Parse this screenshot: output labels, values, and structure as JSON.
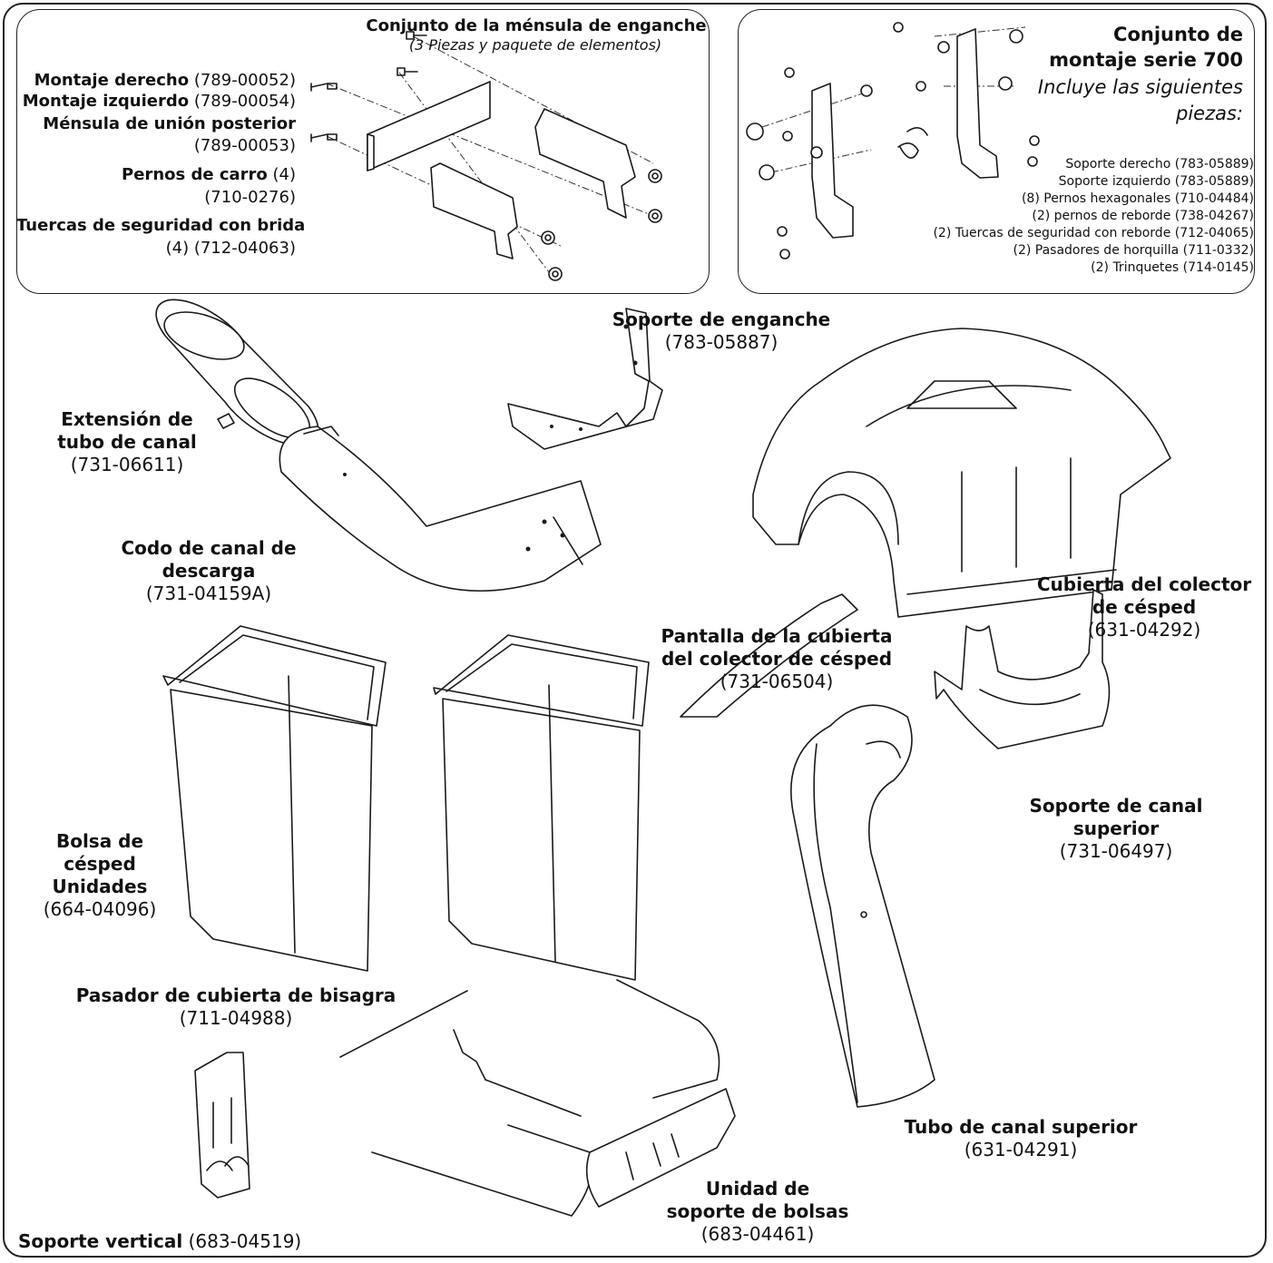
{
  "hitch_kit": {
    "title": "Conjunto de la ménsula de enganche",
    "subtitle": "(3 Piezas y paquete de elementos)",
    "items": [
      {
        "name": "Montaje derecho",
        "part": " (789-00052)"
      },
      {
        "name": "Montaje izquierdo",
        "part": " (789-00054)"
      },
      {
        "name": "Ménsula de unión posterior",
        "part": "(789-00053)"
      },
      {
        "name": "Pernos de carro",
        "part_inline": " (4)",
        "part": "(710-0276)"
      },
      {
        "name": "Tuercas de seguridad con brida",
        "part": "(4) (712-04063)"
      }
    ]
  },
  "series_kit": {
    "title_line1": "Conjunto de",
    "title_line2": "montaje serie 700",
    "sub_line1": "Incluye las siguientes",
    "sub_line2": "piezas:",
    "items": [
      "Soporte derecho (783-05889)",
      "Soporte izquierdo (783-05889)",
      "(8) Pernos hexagonales (710-04484)",
      "(2) pernos de reborde (738-04267)",
      "(2) Tuercas de seguridad con reborde (712-04065)",
      "(2) Pasadores de horquilla (711-0332)",
      "(2) Trinquetes (714-0145)"
    ]
  },
  "labels": {
    "hitch_bracket": {
      "name": "Soporte de enganche",
      "part": "(783-05887)"
    },
    "chute_extension": {
      "line1": "Extensión de",
      "line2": "tubo de canal",
      "part": "(731-06611)"
    },
    "discharge_elbow": {
      "line1": "Codo de canal de",
      "line2": "descarga",
      "part": "(731-04159A)"
    },
    "collector_cover": {
      "line1": "Cubierta del colector",
      "line2": "de césped",
      "part": "(631-04292)"
    },
    "cover_screen": {
      "line1": "Pantalla de la cubierta",
      "line2": "del colector de césped",
      "part": "(731-06504)"
    },
    "upper_chute_support": {
      "line1": "Soporte de canal",
      "line2": "superior",
      "part": "(731-06497)"
    },
    "grass_bag": {
      "line1": "Bolsa de",
      "line2": "césped",
      "line3": "Unidades",
      "part": "(664-04096)"
    },
    "hinge_pin": {
      "name": "Pasador de cubierta de bisagra",
      "part": "(711-04988)"
    },
    "upper_chute_tube": {
      "name": "Tubo de canal superior",
      "part": "(631-04291)"
    },
    "bag_support": {
      "line1": "Unidad de",
      "line2": "soporte de bolsas",
      "part": "(683-04461)"
    },
    "vertical_support": {
      "name": "Soporte vertical",
      "part": " (683-04519)"
    }
  }
}
